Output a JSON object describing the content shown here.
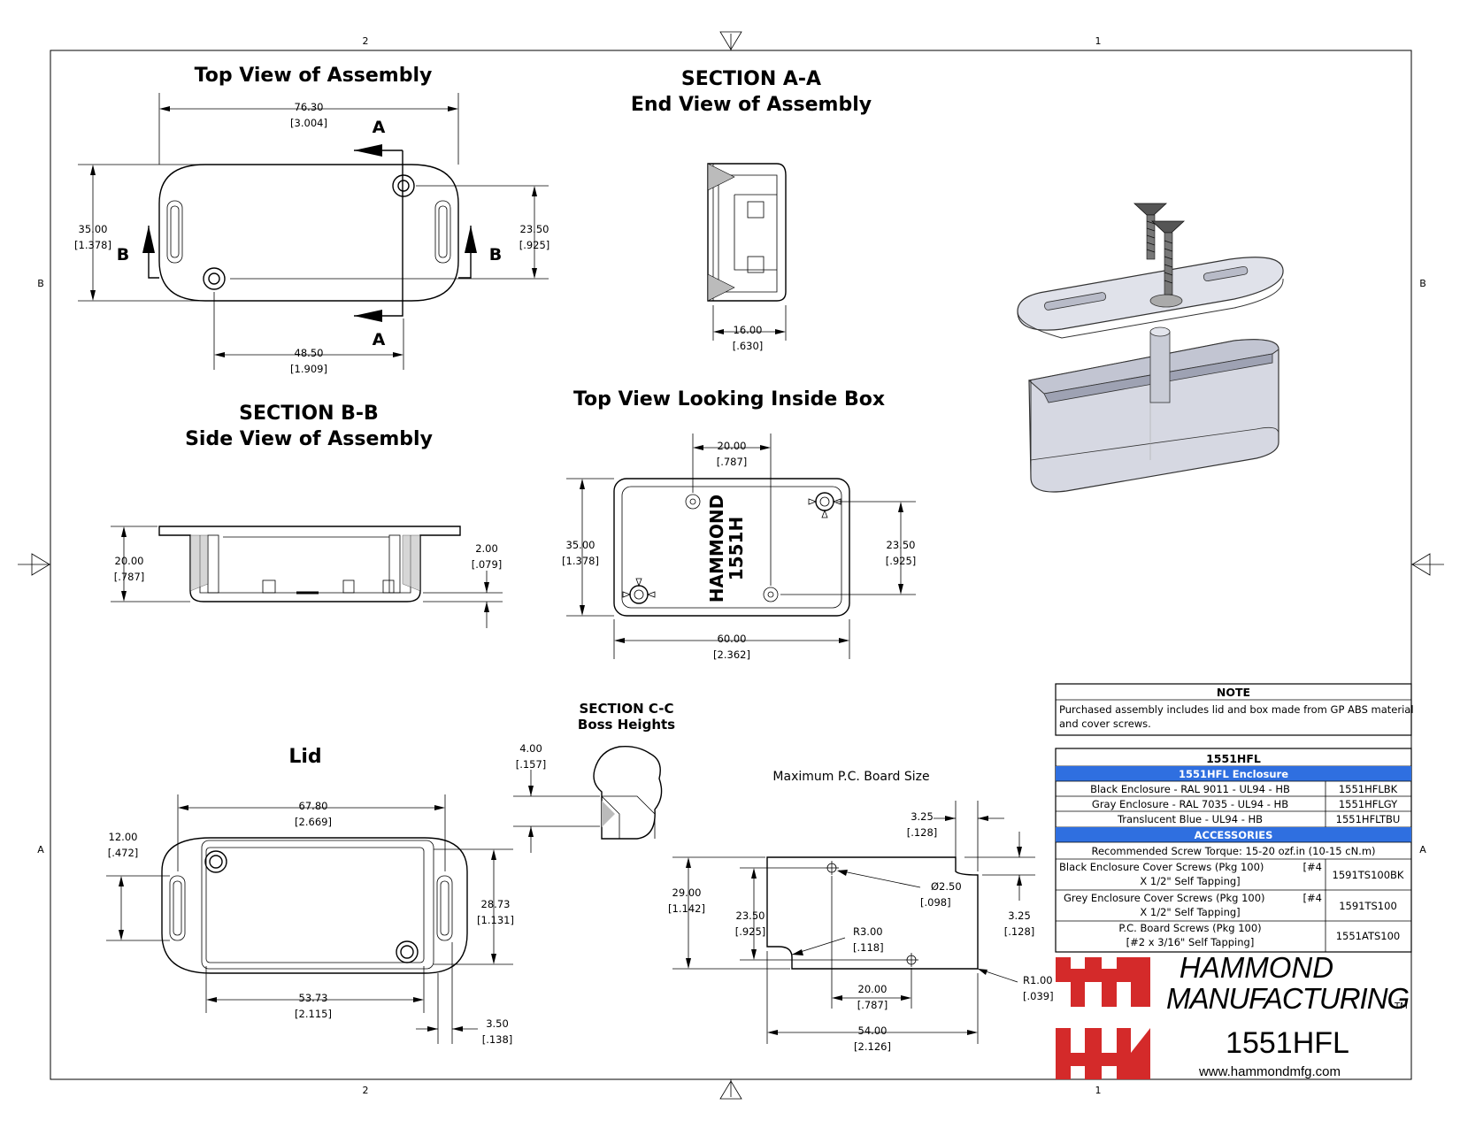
{
  "zones": {
    "col_left": "2",
    "col_right": "1",
    "row_top": "B",
    "row_bottom": "A"
  },
  "titles": {
    "top_view": "Top View of Assembly",
    "section_aa_line1": "SECTION A-A",
    "section_aa_line2": "End View of Assembly",
    "section_bb_line1": "SECTION B-B",
    "section_bb_line2": "Side View of Assembly",
    "inside_box": "Top View Looking Inside Box",
    "section_cc_line1": "SECTION C-C",
    "section_cc_line2": "Boss Heights",
    "lid": "Lid",
    "pcb": "Maximum P.C. Board Size"
  },
  "section_marks": {
    "a": "A",
    "b": "B"
  },
  "top_view_dims": {
    "length_mm": "76.30",
    "length_in": "[3.004]",
    "width_mm": "35.00",
    "width_in": "[1.378]",
    "holes_y_mm": "23.50",
    "holes_y_in": "[.925]",
    "holes_x_mm": "48.50",
    "holes_x_in": "[1.909]"
  },
  "section_aa_dims": {
    "width_mm": "16.00",
    "width_in": "[.630]"
  },
  "section_bb_dims": {
    "height_mm": "20.00",
    "height_in": "[.787]",
    "floor_mm": "2.00",
    "floor_in": "[.079]"
  },
  "inside_dims": {
    "boss_x_mm": "20.00",
    "boss_x_in": "[.787]",
    "height_mm": "35.00",
    "height_in": "[1.378]",
    "boss_y_mm": "23.50",
    "boss_y_in": "[.925]",
    "length_mm": "60.00",
    "length_in": "[2.362]",
    "embossing_line1": "HAMMOND",
    "embossing_line2": "1551H"
  },
  "section_cc_dims": {
    "boss_mm": "4.00",
    "boss_in": "[.157]"
  },
  "lid_dims": {
    "length_mm": "67.80",
    "length_in": "[2.669]",
    "slot_mm": "12.00",
    "slot_in": "[.472]",
    "inner_h_mm": "28.73",
    "inner_h_in": "[1.131]",
    "inner_l_mm": "53.73",
    "inner_l_in": "[2.115]",
    "edge_mm": "3.50",
    "edge_in": "[.138]"
  },
  "pcb_dims": {
    "notch_mm": "3.25",
    "notch_in": "[.128]",
    "hole_d_mm": "Ø2.50",
    "hole_d_in": "[.098]",
    "height_mm": "29.00",
    "height_in": "[1.142]",
    "holes_y_mm": "23.50",
    "holes_y_in": "[.925]",
    "r3_mm": "R3.00",
    "r3_in": "[.118]",
    "notch2_mm": "3.25",
    "notch2_in": "[.128]",
    "holes_x_mm": "20.00",
    "holes_x_in": "[.787]",
    "r1_mm": "R1.00",
    "r1_in": "[.039]",
    "length_mm": "54.00",
    "length_in": "[2.126]"
  },
  "note": {
    "heading": "NOTE",
    "line1": "Purchased assembly includes lid and box made from GP ABS material",
    "line2": "and cover screws."
  },
  "parts_table": {
    "title": "1551HFL",
    "section1": "1551HFL Enclosure",
    "rows1": [
      {
        "desc": "Black Enclosure - RAL 9011 - UL94 - HB",
        "part": "1551HFLBK"
      },
      {
        "desc": "Gray Enclosure - RAL 7035 - UL94 - HB",
        "part": "1551HFLGY"
      },
      {
        "desc": "Translucent Blue - UL94 - HB",
        "part": "1551HFLTBU"
      }
    ],
    "section2": "ACCESSORIES",
    "torque": "Recommended Screw Torque: 15-20 ozf.in (10-15 cN.m)",
    "rows2": [
      {
        "desc1": "Black Enclosure Cover Screws (Pkg 100)",
        "desc1b": "[#4",
        "desc2": "X 1/2\" Self Tapping]",
        "part": "1591TS100BK"
      },
      {
        "desc1": "Grey Enclosure Cover Screws (Pkg 100)",
        "desc1b": "[#4",
        "desc2": "X 1/2\" Self Tapping]",
        "part": "1591TS100"
      },
      {
        "desc1": "P.C. Board Screws  (Pkg 100)",
        "desc1b": "",
        "desc2": "[#2 x 3/16\" Self Tapping]",
        "part": "1551ATS100"
      }
    ],
    "header_color": "#2f6fe0"
  },
  "brand": {
    "line1": "HAMMOND",
    "line2": "MANUFACTURING",
    "tm": "TM",
    "model": "1551HFL",
    "url": "www.hammondmfg.com",
    "logo_color": "#d42a2a"
  }
}
